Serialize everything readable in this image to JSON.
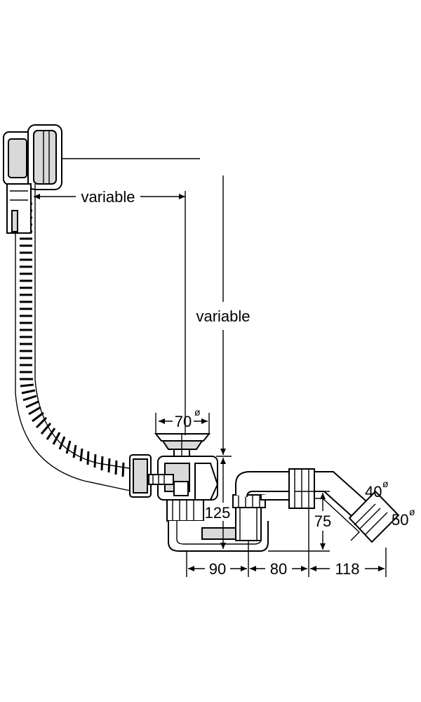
{
  "dimensions": {
    "overflow_offset": "variable",
    "drain_height": "variable",
    "drain_diameter": "70",
    "height_125": "125",
    "height_75": "75",
    "width_90": "90",
    "width_80": "80",
    "width_118": "118",
    "outlet_diameter_40": "40",
    "outlet_diameter_50": "50",
    "diameter_symbol": "ø"
  }
}
